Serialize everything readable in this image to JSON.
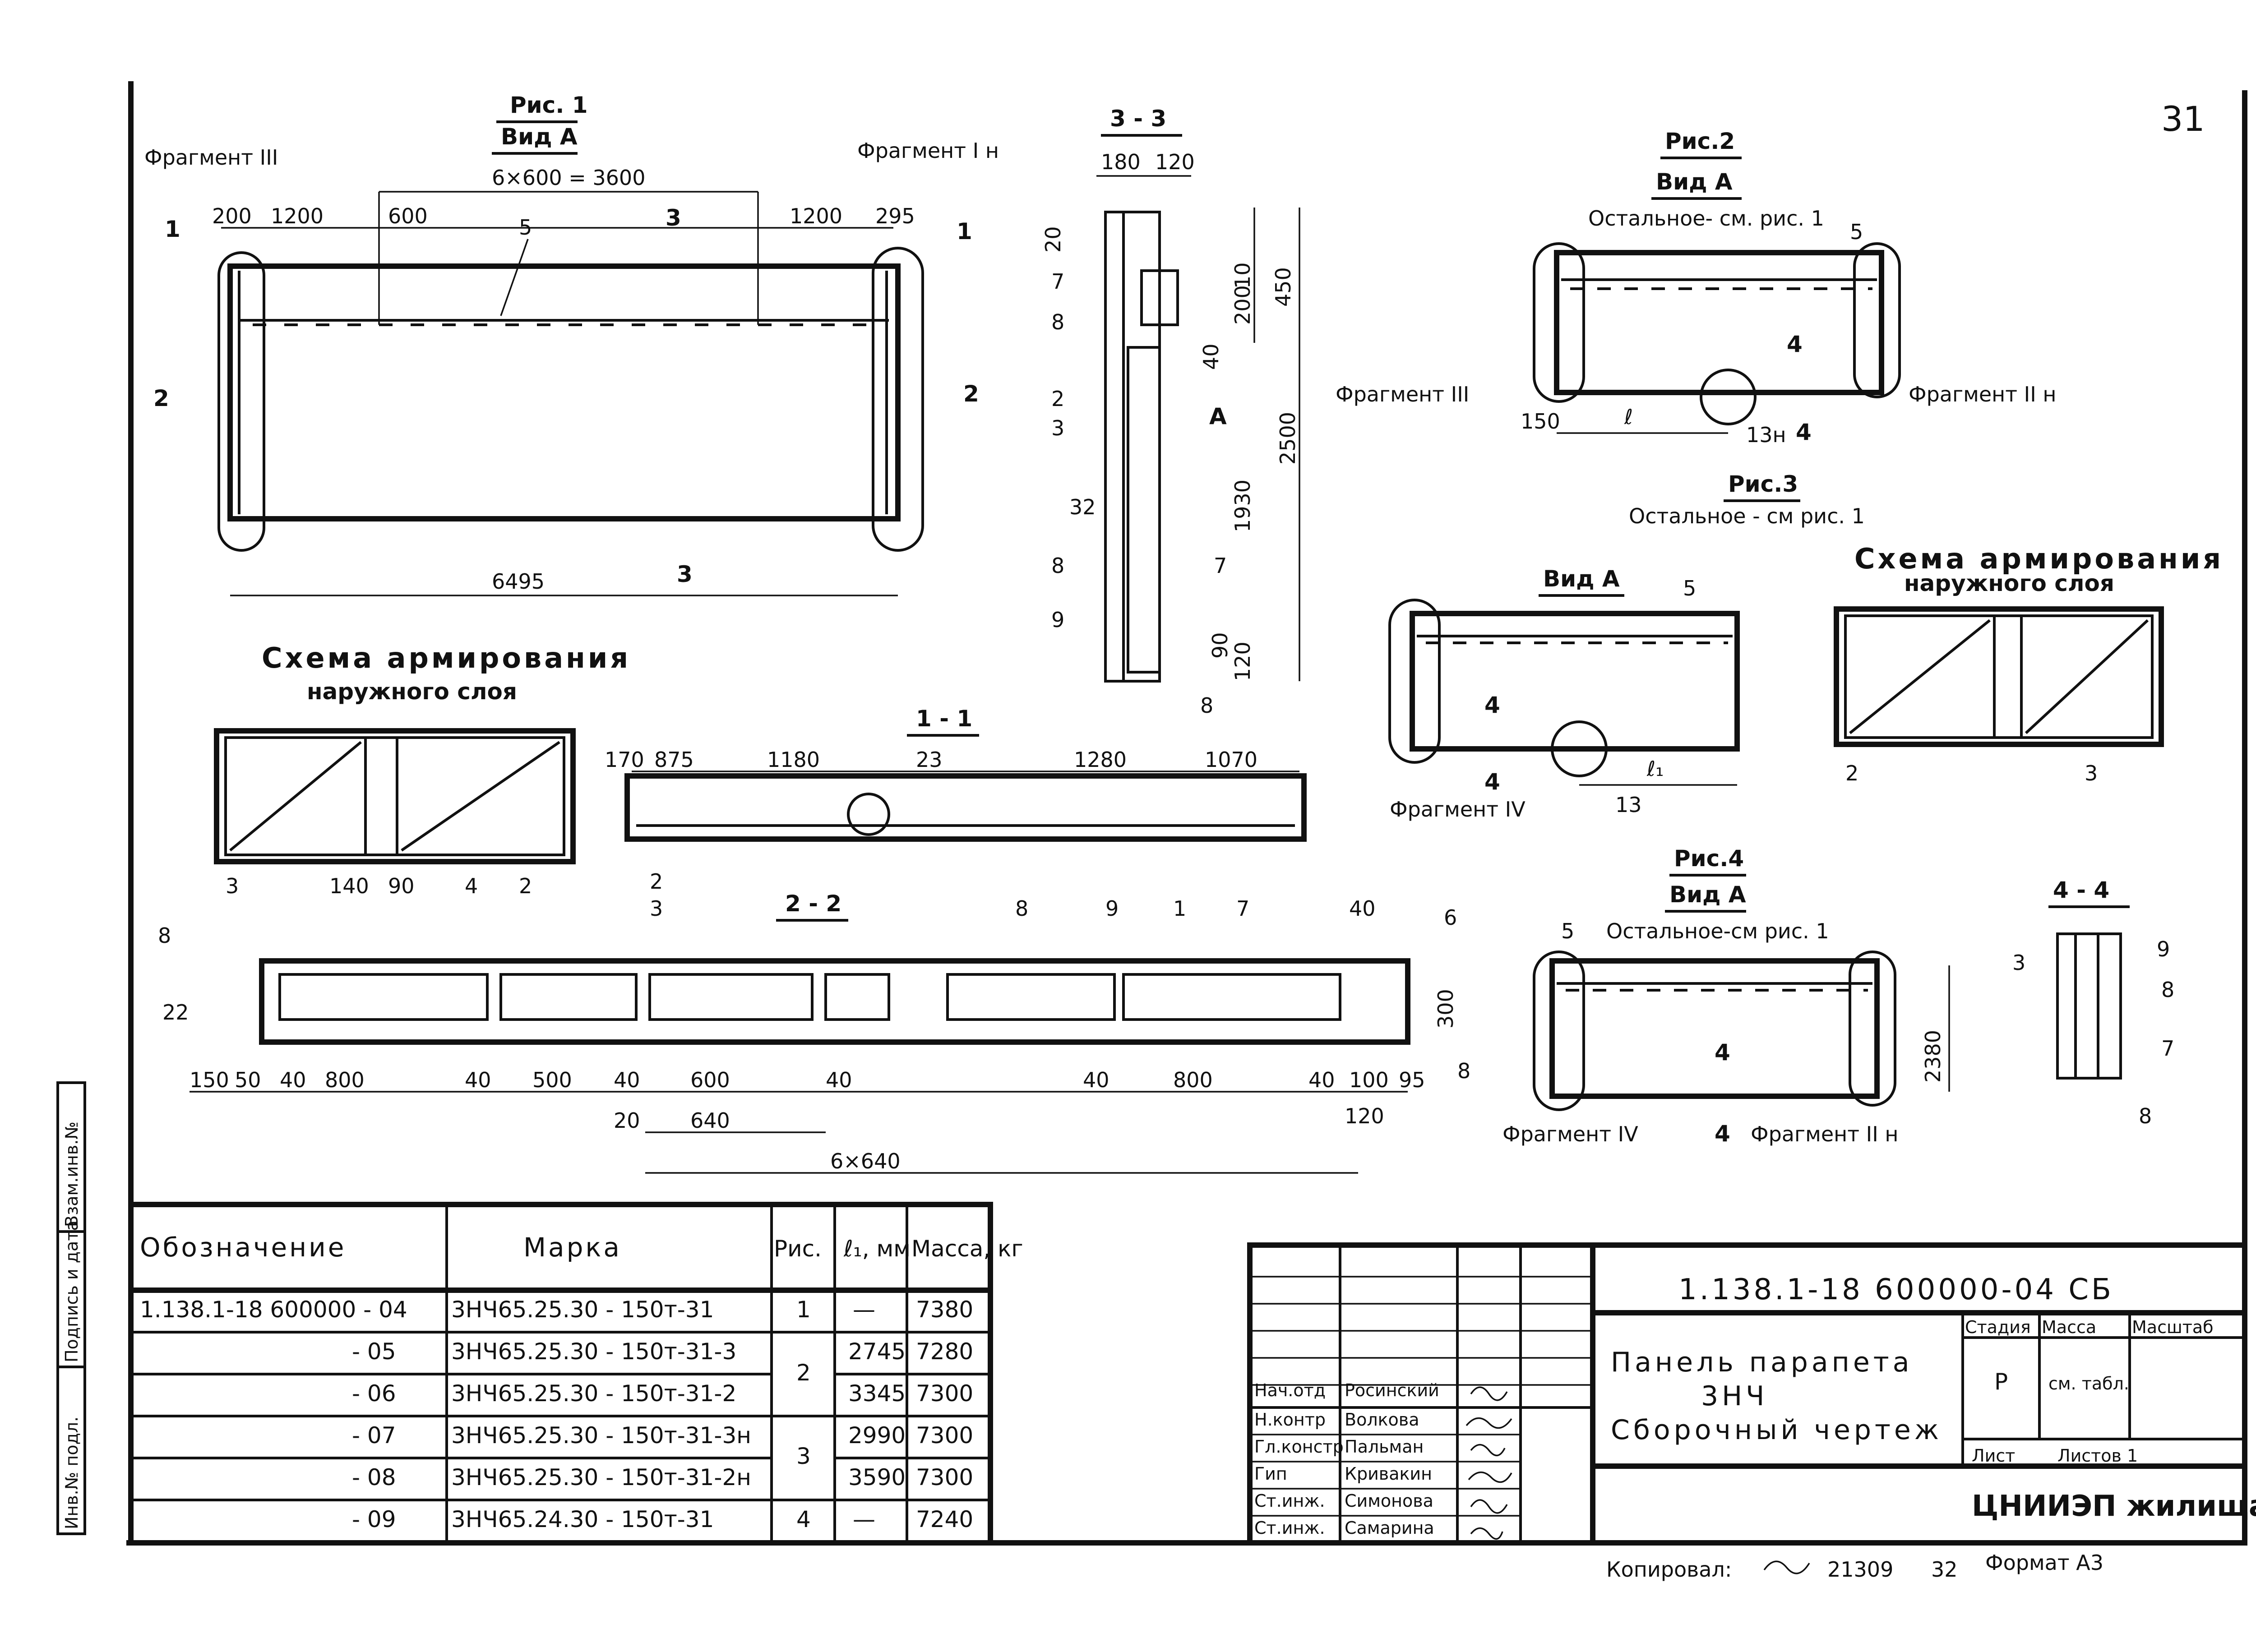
{
  "sheet": {
    "page_number": "31",
    "copied_note": "Копировал:",
    "copied_code": "21309",
    "copied_num": "32",
    "format": "Формат А3",
    "side_stamp": [
      "Инв.№ подл.",
      "Подпись и дата",
      "Взам.инв.№"
    ]
  },
  "fig1": {
    "title": "Рис. 1",
    "subtitle": "Вид А",
    "fragment_left": "Фрагмент III",
    "fragment_right": "Фрагмент I н",
    "dim_total": "6×600 = 3600",
    "dims_top": [
      "200",
      "1200",
      "600",
      "1200",
      "295"
    ],
    "dim_overall": "6495",
    "pos_5": "5",
    "sec_1": "1",
    "sec_2": "2",
    "sec_3": "3"
  },
  "sec33": {
    "title": "3 - 3",
    "dims_top": [
      "180",
      "120"
    ],
    "dims_v": [
      "20",
      "450",
      "200",
      "10",
      "40",
      "2500",
      "1930",
      "32",
      "90",
      "120"
    ],
    "labels": [
      "7",
      "8",
      "2",
      "3",
      "A",
      "8",
      "9",
      "7",
      "8"
    ]
  },
  "fig2": {
    "title": "Рис.2",
    "subtitle": "Вид А",
    "note": "Остальное- см. рис. 1",
    "pos_5": "5",
    "fragment_left": "Фрагмент III",
    "fragment_right": "Фрагмент II н",
    "dim_150": "150",
    "dim_l": "ℓ",
    "node": "13н",
    "sec_4": "4"
  },
  "fig3": {
    "title": "Рис.3",
    "note": "Остальное - см рис. 1",
    "view": "Вид А",
    "pos_5": "5",
    "fragment": "Фрагмент IV",
    "dim_l1": "ℓ₁",
    "node": "13",
    "sec_4": "4",
    "scheme_title1": "Схема армирования",
    "scheme_title2": "наружного слоя",
    "scheme_pos": [
      "2",
      "3"
    ]
  },
  "scheme1": {
    "title1": "Схема армирования",
    "title2": "наружного слоя",
    "pos": [
      "3",
      "4",
      "2"
    ],
    "dims": [
      "140",
      "90"
    ]
  },
  "sec11": {
    "title": "1 - 1",
    "dims": [
      "170",
      "875",
      "1180",
      "1280",
      "1070"
    ],
    "pos_23": "23"
  },
  "sec22": {
    "title": "2 - 2",
    "pos_box": [
      "2",
      "3"
    ],
    "pos": [
      "8",
      "22",
      "8",
      "9",
      "1",
      "7",
      "40",
      "6",
      "300",
      "8"
    ],
    "dims_bottom": [
      "150",
      "50",
      "40",
      "800",
      "40",
      "500",
      "40",
      "600",
      "40",
      "40",
      "800",
      "40",
      "100",
      "95"
    ],
    "dims_sub": [
      "20",
      "640",
      "120"
    ],
    "dim_total": "6×640"
  },
  "fig4": {
    "title": "Рис.4",
    "subtitle": "Вид А",
    "note": "Остальное-см рис. 1",
    "pos_5": "5",
    "dim_2380": "2380",
    "fragment_left": "Фрагмент IV",
    "fragment_right": "Фрагмент II н",
    "sec_4": "4"
  },
  "sec44": {
    "title": "4 - 4",
    "pos": [
      "3",
      "9",
      "8",
      "7",
      "8"
    ]
  },
  "spec_table": {
    "headers": [
      "Обозначение",
      "Марка",
      "Рис.",
      "ℓ₁, мм",
      "Масса, кг"
    ],
    "rows": [
      {
        "code": "1.138.1-18 600000 - 04",
        "mark": "3НЧ65.25.30 - 150т-31",
        "fig": "1",
        "l1": "—",
        "mass": "7380"
      },
      {
        "code": "- 05",
        "mark": "3НЧ65.25.30 - 150т-31-3",
        "fig": "2",
        "l1": "2745",
        "mass": "7280"
      },
      {
        "code": "- 06",
        "mark": "3НЧ65.25.30 - 150т-31-2",
        "fig": "",
        "l1": "3345",
        "mass": "7300"
      },
      {
        "code": "- 07",
        "mark": "3НЧ65.25.30 - 150т-31-3н",
        "fig": "3",
        "l1": "2990",
        "mass": "7300"
      },
      {
        "code": "- 08",
        "mark": "3НЧ65.25.30 - 150т-31-2н",
        "fig": "",
        "l1": "3590",
        "mass": "7300"
      },
      {
        "code": "- 09",
        "mark": "3НЧ65.24.30 - 150т-31",
        "fig": "4",
        "l1": "—",
        "mass": "7240"
      }
    ]
  },
  "title_block": {
    "doc_code": "1.138.1-18 600000-04 СБ",
    "name_line1": "Панель парапета",
    "name_line2": "3НЧ",
    "name_line3": "Сборочный чертеж",
    "stage_label": "Стадия",
    "mass_label": "Масса",
    "scale_label": "Масштаб",
    "stage_value": "Р",
    "mass_value": "см. табл.",
    "sheet_label": "Лист",
    "sheets_label": "Листов 1",
    "org": "ЦНИИЭП жилища",
    "signatures": [
      {
        "role": "Нач.отд",
        "name": "Росинский"
      },
      {
        "role": "Н.контр",
        "name": "Волкова"
      },
      {
        "role": "Гл.констр",
        "name": "Пальман"
      },
      {
        "role": "Гип",
        "name": "Кривакин"
      },
      {
        "role": "Ст.инж.",
        "name": "Симонова"
      },
      {
        "role": "Ст.инж.",
        "name": "Самарина"
      }
    ]
  }
}
